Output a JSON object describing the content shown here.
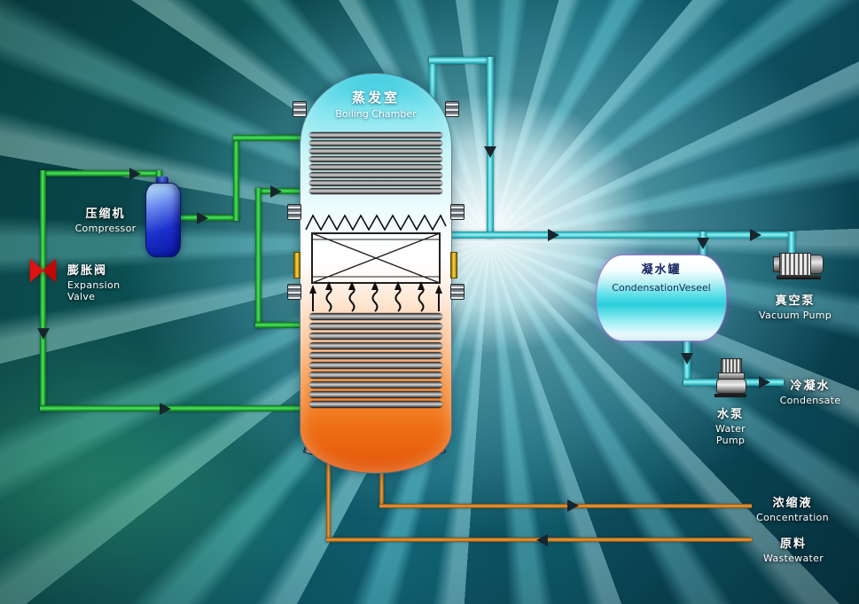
{
  "equipment": {
    "boiling_chamber": {
      "zh": "蒸发室",
      "en": "Boiling Chamber"
    },
    "compressor": {
      "zh": "压缩机",
      "en": "Compressor"
    },
    "expansion_valve": {
      "zh": "膨胀阀",
      "en": "Expansion Valve"
    },
    "condensation_vessel": {
      "zh": "凝水罐",
      "en": "CondensationVeseel"
    },
    "vacuum_pump": {
      "zh": "真空泵",
      "en": "Vacuum Pump"
    },
    "water_pump": {
      "zh": "水泵",
      "en": "Water Pump"
    }
  },
  "streams": {
    "condensate": {
      "zh": "冷凝水",
      "en": "Condensate"
    },
    "concentration": {
      "zh": "浓缩液",
      "en": "Concentration"
    },
    "wastewater": {
      "zh": "原料",
      "en": "Wastewater"
    }
  },
  "colors": {
    "pipe_refrigerant_green": "#2fd44e",
    "pipe_vapor_cyan": "#49d7e2",
    "pipe_process_orange": "#cf7f2a",
    "expansion_valve_red": "#e01212",
    "compressor_blue": "#1b2fd0",
    "vessel_hot_orange": "#e8610e",
    "vessel_cool_cyan": "#35cede",
    "background_teal": "#0d5a5a"
  }
}
